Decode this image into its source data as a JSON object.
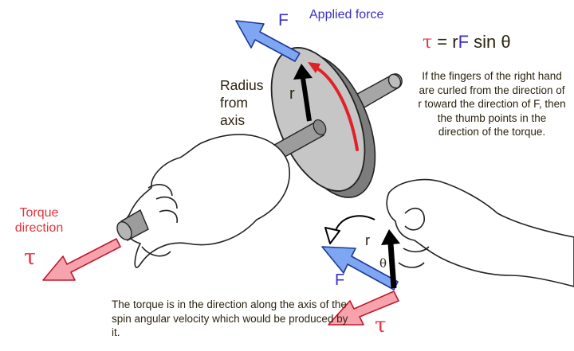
{
  "labels": {
    "applied_force": "Applied force",
    "f_top": "F",
    "formula_tau": "τ",
    "formula_eq": " = r",
    "formula_F": "F",
    "formula_rest": " sin θ",
    "rule_text": "If the fingers of the right hand are curled from the direction of r toward the direction of F, then the thumb points in the direction of the torque.",
    "radius_from_axis": "Radius from axis",
    "r_disc": "r",
    "torque_direction": "Torque direction",
    "tau_left": "τ",
    "r_small": "r",
    "theta": "θ",
    "f_small": "F",
    "tau_small": "τ",
    "bottom_text": "The torque is in the direction along the axis of the spin angular velocity which would be produced by it."
  },
  "colors": {
    "red_label": "#e8323c",
    "blue_label": "#3a2fc8",
    "force_arrow": "#7ea6f2",
    "torque_arrow": "#f7a3ae",
    "disc": "#c3c3c3",
    "axle": "#9a9a9a",
    "curl_arrow": "#e02228"
  }
}
